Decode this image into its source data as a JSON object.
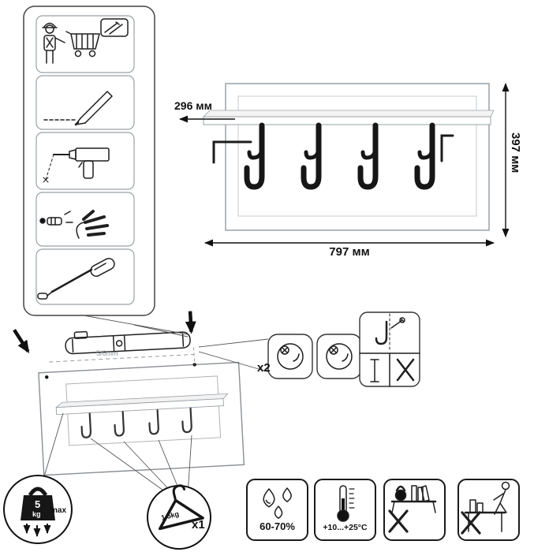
{
  "product": {
    "dim_depth": "296 мм",
    "dim_width": "797 мм",
    "dim_height": "397 мм"
  },
  "mounting": {
    "drill_hint": "5/6mm",
    "fastener_count": "x2"
  },
  "load_limit": {
    "value": "5",
    "unit": "kg",
    "qualifier": "max"
  },
  "hook_load": {
    "value": "1.5kg",
    "count": "x1"
  },
  "conditions": {
    "humidity": "60-70%",
    "temperature": "+10...+25°C"
  },
  "colors": {
    "ink": "#1b1b1b",
    "outline_gray": "#9aa0a6"
  },
  "icons": {
    "tools": [
      "person-with-cart-icon",
      "pencil-icon",
      "drill-icon",
      "wall-plug-insert-icon",
      "screwdriver-icon"
    ],
    "mounting": [
      "spirit-level-icon",
      "down-arrow-icon",
      "wall-plug-screw-icon",
      "hook-hardware-icon"
    ],
    "limits": [
      "weight-5kg-icon",
      "hanger-icon"
    ],
    "conditions": [
      "humidity-icon",
      "thermometer-icon",
      "no-heavy-items-icon",
      "no-climbing-icon"
    ]
  }
}
